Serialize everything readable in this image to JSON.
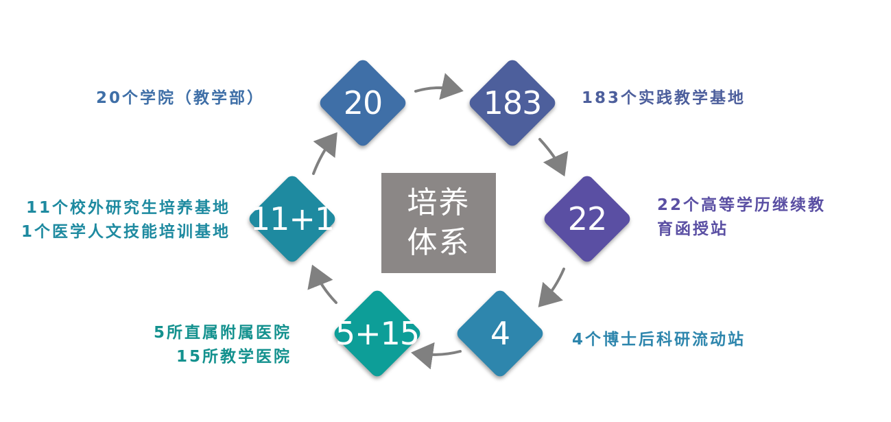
{
  "center": {
    "title": "培养体系"
  },
  "nodes": [
    {
      "id": "colleges",
      "value": "20",
      "color": "#3f6fa7",
      "label_color": "#3f6fa7",
      "label": [
        "20个学院（教学部）"
      ]
    },
    {
      "id": "practice-bases",
      "value": "183",
      "color": "#4d5f9c",
      "label_color": "#4d5f9c",
      "label": [
        "183个实践教学基地"
      ]
    },
    {
      "id": "correspondence-stations",
      "value": "22",
      "color": "#5a4fa3",
      "label_color": "#5a4fa3",
      "label": [
        "22个高等学历继续教",
        "育函授站"
      ]
    },
    {
      "id": "postdoc-stations",
      "value": "4",
      "color": "#2e86ad",
      "label_color": "#2e86ad",
      "label": [
        "4个博士后科研流动站"
      ]
    },
    {
      "id": "hospitals",
      "value": "5+15",
      "color": "#0d9e98",
      "label_color": "#13918e",
      "label": [
        "5所直属附属医院",
        "15所教学医院"
      ]
    },
    {
      "id": "graduate-bases",
      "value": "11+1",
      "color": "#1e8aa0",
      "label_color": "#1e8aa0",
      "label": [
        "11个校外研究生培养基地",
        "1个医学人文技能培训基地"
      ]
    }
  ],
  "arrow_color": "#808080"
}
